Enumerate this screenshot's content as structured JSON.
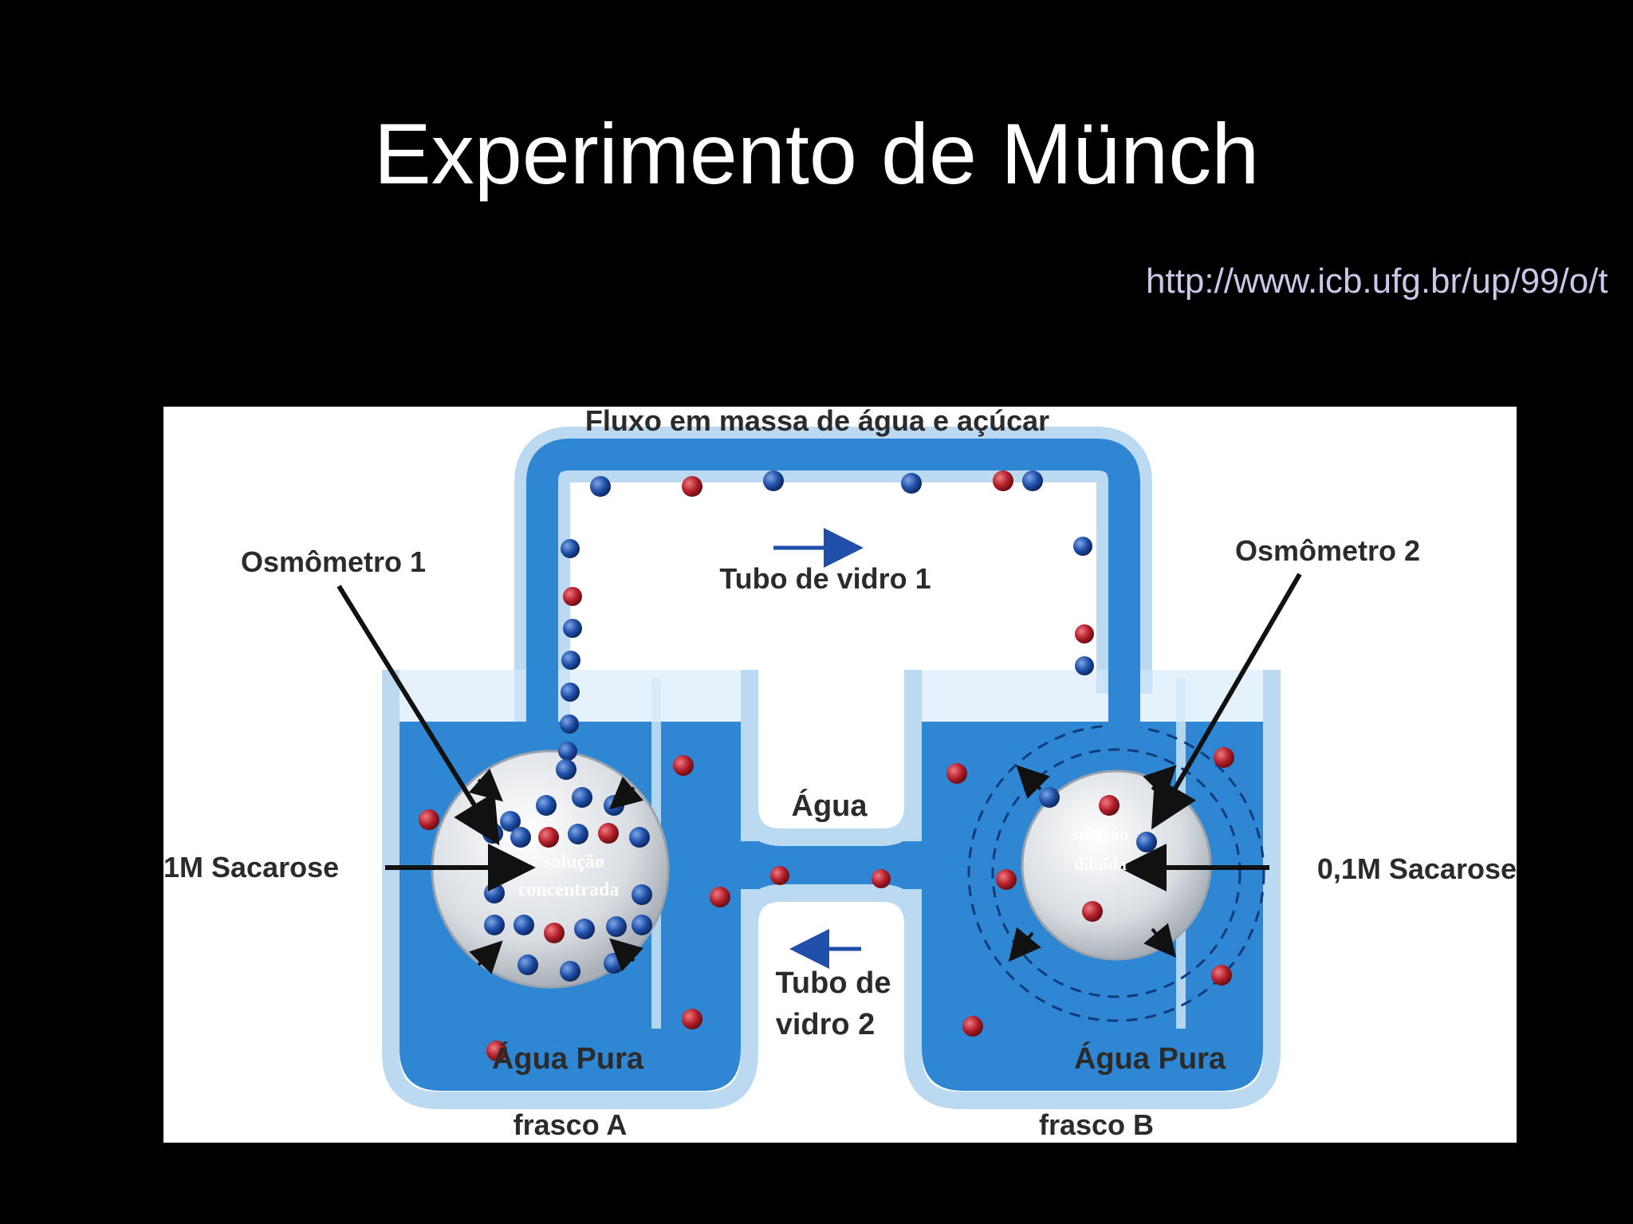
{
  "slide": {
    "title": "Experimento de Münch",
    "source_url": "http://www.icb.ufg.br/up/99/o/t"
  },
  "figure": {
    "top_label": "Fluxo em massa de água e açúcar",
    "osmometer_1": "Osmômetro 1",
    "osmometer_2": "Osmômetro 2",
    "tube_1": "Tubo de vidro 1",
    "water": "Água",
    "tube_2_line1": "Tubo de",
    "tube_2_line2": "vidro 2",
    "sucrose_1": "1M Sacarose",
    "sucrose_2": "0,1M Sacarose",
    "concentrated_line1": "solução",
    "concentrated_line2": "concentrada",
    "diluted_line1": "solução",
    "diluted_line2": "diluída",
    "pure_water_a": "Água Pura",
    "pure_water_b": "Água Pura",
    "flask_a": "frasco A",
    "flask_b": "frasco B"
  },
  "colors": {
    "water_blue": "#2f87d3",
    "glass_light": "#bcd9f2",
    "sugar_molecule": "#1f4fa8",
    "water_molecule": "#b41f2a"
  }
}
